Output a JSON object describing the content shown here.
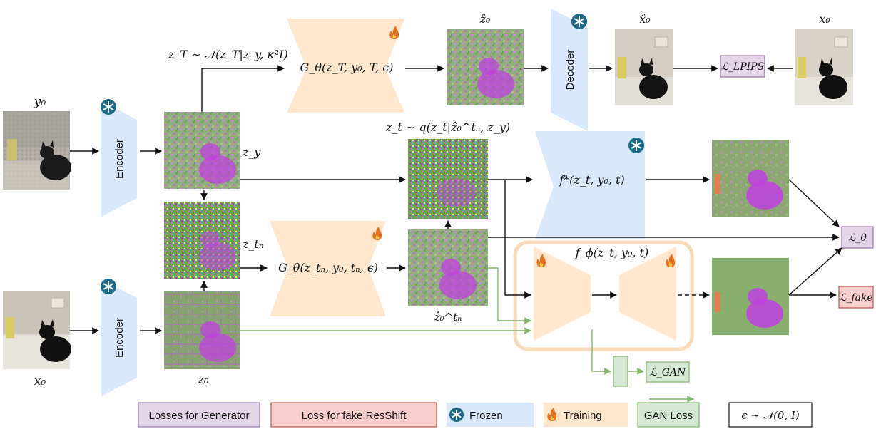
{
  "blocks": {
    "encoder_top": "Encoder",
    "encoder_bottom": "Encoder",
    "decoder": "Decoder"
  },
  "math": {
    "y0": "y₀",
    "x0_bottom": "x₀",
    "zy": "z_y",
    "ztn": "z_tₙ",
    "z0": "z₀",
    "zT_sample": "z_T ∼ 𝒩(z_T|z_y, κ²I)",
    "G_top": "G_θ(z_T, y₀, T, ϵ)",
    "G_mid": "G_θ(z_tₙ, y₀, tₙ, ϵ)",
    "zhat0_top": "ẑ₀",
    "zhat0_tn": "ẑ₀^tₙ",
    "xhat0": "x̂₀",
    "x0_top": "x₀",
    "zt_sample": "z_t ∼ q(z_t|ẑ₀^tₙ, z_y)",
    "fstar": "f*(z_t, y₀, t)",
    "fphi": "f_ϕ(z_t, y₀, t)",
    "loss_lpips": "ℒ_LPIPS",
    "loss_theta": "ℒ_θ",
    "loss_fake": "ℒ_fake",
    "loss_gan": "ℒ_GAN"
  },
  "legend": {
    "generator_losses": "Losses for Generator",
    "fake_loss": "Loss for fake ResShift",
    "frozen": "Frozen",
    "training": "Training",
    "gan_loss": "GAN Loss",
    "epsilon": "ϵ ∼ 𝒩(0, I)"
  },
  "icons": {
    "frozen": "snowflake-icon",
    "training": "flame-icon"
  },
  "colors": {
    "frozen_fill": "#dae8fc",
    "training_fill": "#ffe6cc",
    "generator_loss_fill": "#e1d5e7",
    "generator_loss_border": "#9673a6",
    "fake_loss_fill": "#f8cecc",
    "fake_loss_border": "#b85450",
    "gan_fill": "#d5e8d4",
    "gan_border": "#82b366",
    "gan_arrow": "#82b366",
    "snowflake": "#1a6a8a",
    "flame": "#e8701a"
  }
}
